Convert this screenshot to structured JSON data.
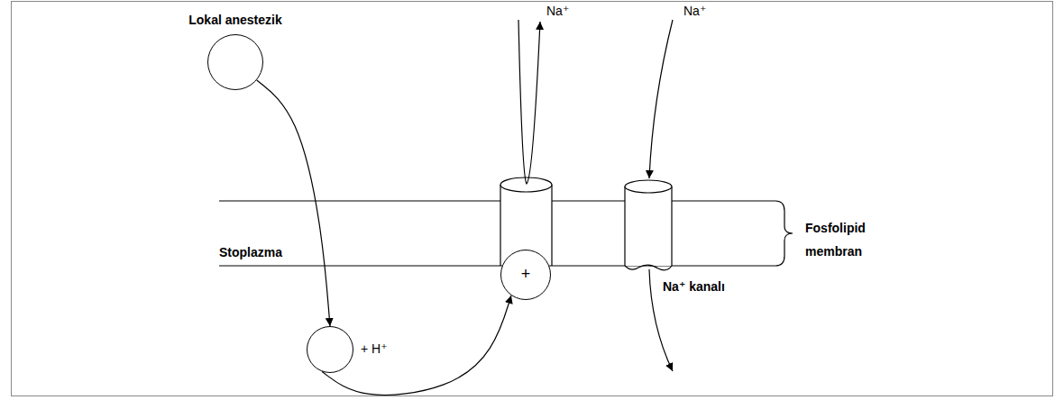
{
  "diagram": {
    "nodes": [
      {
        "text": [
          "Lokal anestezik"
        ]
      },
      {
        "text": [
          "+ H⁺"
        ]
      },
      {
        "text": [
          "+"
        ]
      }
    ],
    "edges": [
      {
        "from": 0,
        "to": 1,
        "arrow": "to"
      },
      {
        "from": 1,
        "to": 2,
        "arrow": "to"
      }
    ],
    "labels": [
      "Na⁺",
      "Na⁺",
      "Stoplazma",
      "Fosfolipid membran",
      "Na⁺ kanalı"
    ]
  }
}
